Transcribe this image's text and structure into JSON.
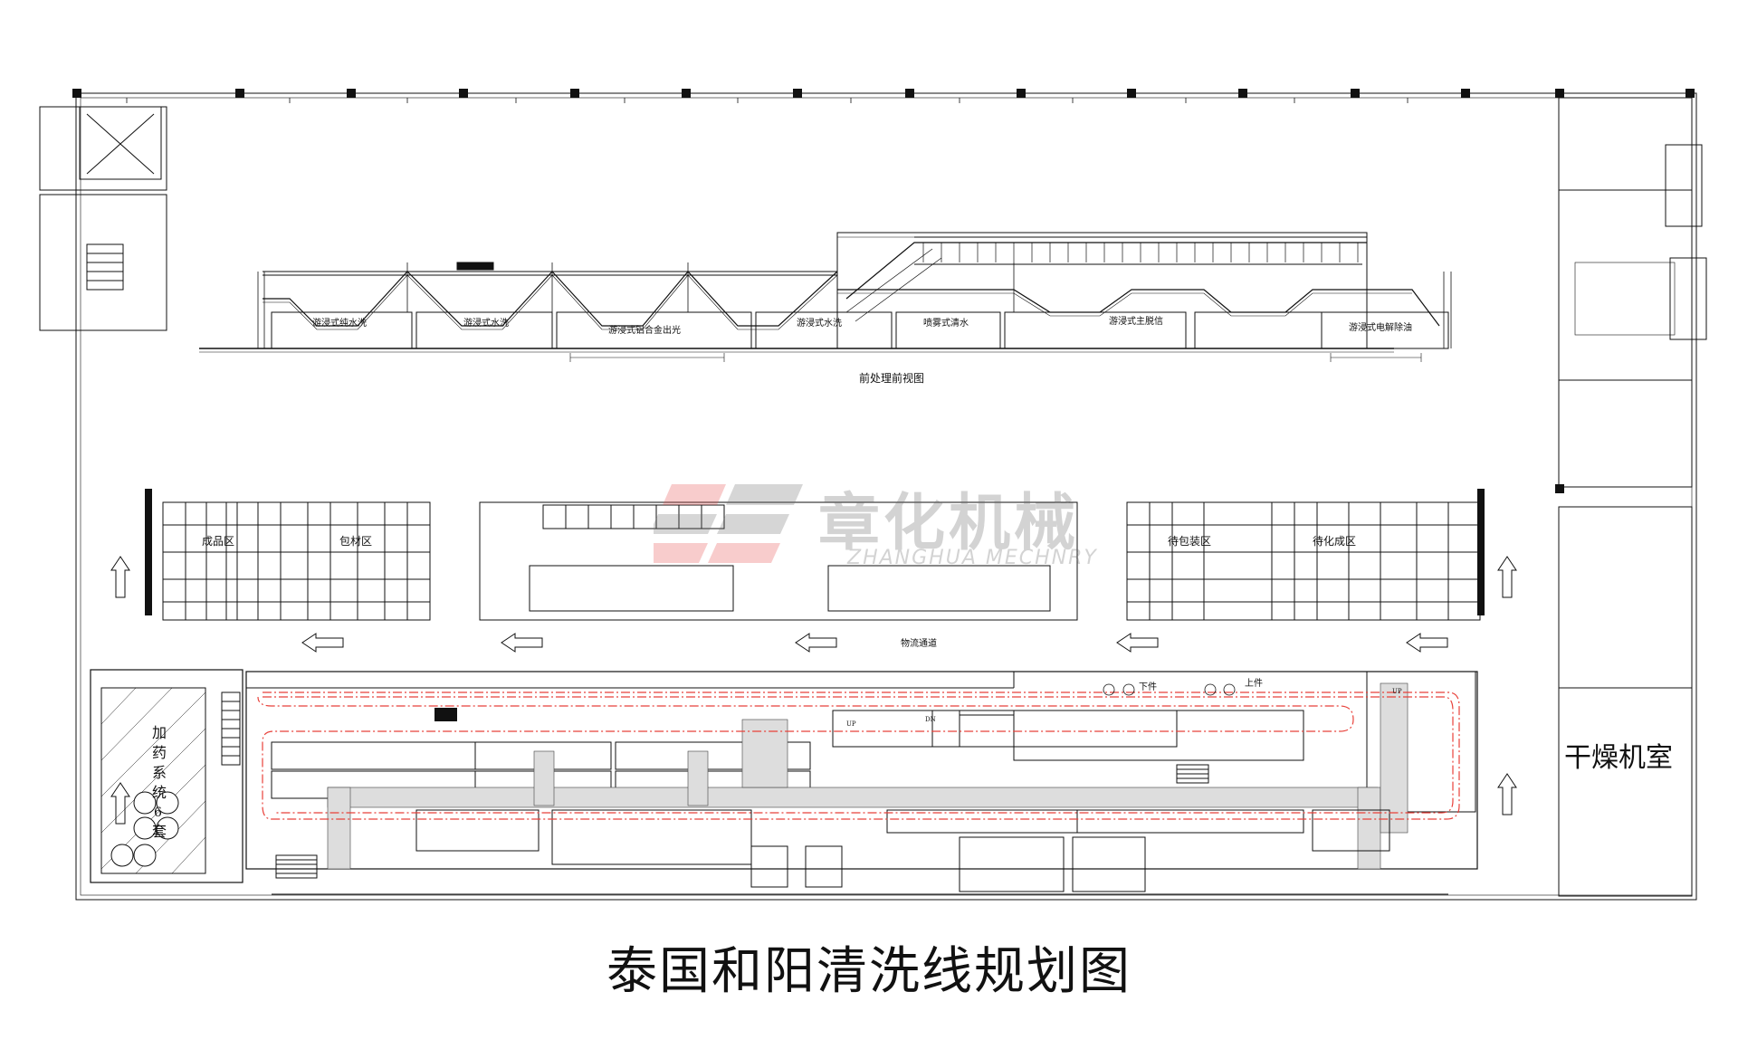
{
  "title": "泰国和阳清洗线规划图",
  "watermark": {
    "cn": "章化机械",
    "en": "ZHANGHUA MECHNRY"
  },
  "front_view": {
    "caption": "前处理前视图",
    "tanks": [
      "游浸式纯水洗",
      "游浸式水洗",
      "游浸式铝合金出光",
      "游浸式水洗",
      "喷雾式清水",
      "游浸式主脱信",
      "游浸式电解除油"
    ]
  },
  "zones": {
    "finished": "成品区",
    "packaging": "包材区",
    "to_pack": "待包装区",
    "to_form": "待化成区",
    "logistics": "物流通道"
  },
  "markers": {
    "unload": "下件",
    "load": "上件"
  },
  "dosing": {
    "chars": [
      "加",
      "药",
      "系",
      "统",
      "6",
      "套"
    ]
  },
  "dry_room": "干燥机室",
  "line": {
    "up1": "UP",
    "dn": "DN",
    "up2": "UP"
  },
  "colors": {
    "line": "#111111",
    "route": "#e8413a",
    "watermark_red": "#e84a4a",
    "watermark_grey": "#6f6f6f"
  }
}
